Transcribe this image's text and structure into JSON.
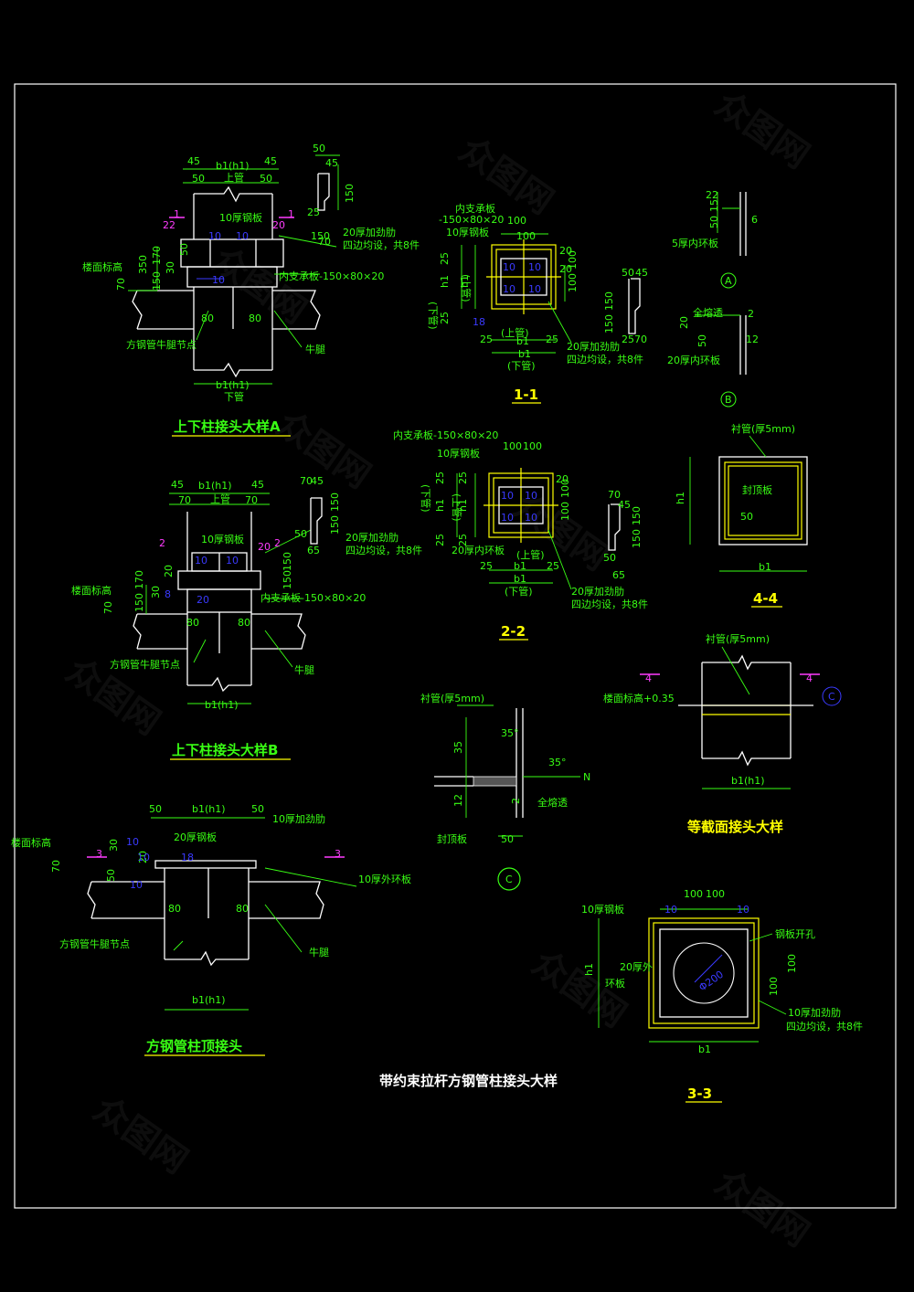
{
  "sheet_title": "带约束拉杆方钢管柱接头大样",
  "views": {
    "joint_a": {
      "title": "上下柱接头大样A",
      "labels": [
        "45",
        "45",
        "50",
        "50",
        "b1(h1)",
        "上管",
        "b1(h1)",
        "下管",
        "10厚钢板",
        "20厚加劲肋",
        "四边均设，共8件",
        "内支承板-150×80×20",
        "楼面标高",
        "方钢管牛腿节点",
        "牛腿",
        "80",
        "80",
        "350",
        "150",
        "170",
        "30",
        "50",
        "70",
        "22",
        "20",
        "25",
        "150",
        "50",
        "45",
        "150",
        "70",
        "10",
        "10",
        "10"
      ],
      "section_marks": [
        "1",
        "1"
      ]
    },
    "section_1_1": {
      "title": "1-1",
      "labels": [
        "内支承板",
        "-150×80×20",
        "10厚钢板",
        "100",
        "100",
        "20",
        "20",
        "100",
        "100",
        "25",
        "b1",
        "25",
        "(上管)",
        "b1",
        "(下管)",
        "20厚加劲肋",
        "四边均设，共8件",
        "(下管)",
        "h1",
        "(上管)",
        "h1",
        "25",
        "25",
        "50",
        "45",
        "150",
        "150",
        "25",
        "70",
        "10",
        "10",
        "10",
        "10",
        "18"
      ]
    },
    "detail_a": {
      "mark": "A",
      "labels": [
        "22",
        "50",
        "15",
        "6",
        "5厚内环板"
      ]
    },
    "detail_b": {
      "mark": "B",
      "labels": [
        "全熔透",
        "2",
        "20",
        "50",
        "12",
        "20厚内环板"
      ]
    },
    "joint_b": {
      "title": "上下柱接头大样B",
      "labels": [
        "45",
        "45",
        "70",
        "70",
        "b1(h1)",
        "上管",
        "b1(h1)",
        "10厚钢板",
        "20厚加劲肋",
        "四边均设，共8件",
        "内支承板-150×80×20",
        "楼面标高",
        "方钢管牛腿节点",
        "牛腿",
        "80",
        "80",
        "50",
        "65",
        "150",
        "150",
        "70",
        "45",
        "150",
        "150",
        "150",
        "170",
        "30",
        "20",
        "70",
        "20",
        "10",
        "10",
        "8",
        "20"
      ],
      "section_marks": [
        "2",
        "2"
      ]
    },
    "section_2_2": {
      "title": "2-2",
      "labels": [
        "内支承板-150×80×20",
        "10厚钢板",
        "100",
        "100",
        "20",
        "100",
        "100",
        "20厚内环板",
        "(上管)",
        "25",
        "b1",
        "25",
        "b1",
        "(下管)",
        "20厚加劲肋",
        "四边均设，共8件",
        "(下管)",
        "h1",
        "(上管)",
        "h1",
        "25",
        "25",
        "25",
        "25",
        "70",
        "45",
        "150",
        "150",
        "50",
        "65",
        "10",
        "10",
        "10",
        "10"
      ]
    },
    "section_4_4": {
      "title": "4-4",
      "labels": [
        "衬管(厚5mm)",
        "封顶板",
        "50",
        "h1",
        "b1"
      ]
    },
    "equal_section": {
      "title": "等截面接头大样",
      "labels": [
        "衬管(厚5mm)",
        "楼面标高+0.35",
        "b1(h1)",
        "C"
      ],
      "section_marks": [
        "4",
        "4"
      ]
    },
    "detail_c": {
      "mark": "C",
      "labels": [
        "衬管(厚5mm)",
        "35°",
        "35°",
        "35",
        "12",
        "2",
        "全熔透",
        "N",
        "封顶板",
        "50"
      ]
    },
    "column_top": {
      "title": "方钢管柱顶接头",
      "labels": [
        "50",
        "50",
        "b1(h1)",
        "10厚加劲肋",
        "20厚钢板",
        "10",
        "18",
        "10",
        "10厚外环板",
        "楼面标高",
        "30",
        "20",
        "50",
        "70",
        "10",
        "80",
        "80",
        "方钢管牛腿节点",
        "牛腿",
        "b1(h1)"
      ],
      "section_marks": [
        "3",
        "3"
      ]
    },
    "section_3_3": {
      "title": "3-3",
      "labels": [
        "10厚钢板",
        "100",
        "100",
        "10",
        "10",
        "钢板开孔",
        "20厚外",
        "环板",
        "h1",
        "100",
        "100",
        "Φ200",
        "10厚加劲肋",
        "四边均设，共8件",
        "b1"
      ]
    }
  },
  "watermark": "众图网",
  "colors": {
    "background": "#000000",
    "line": "#ffffff",
    "label": "#39ff14",
    "title": "#ffff00",
    "dim": "#3a3aff",
    "mark": "#ff3cff"
  }
}
